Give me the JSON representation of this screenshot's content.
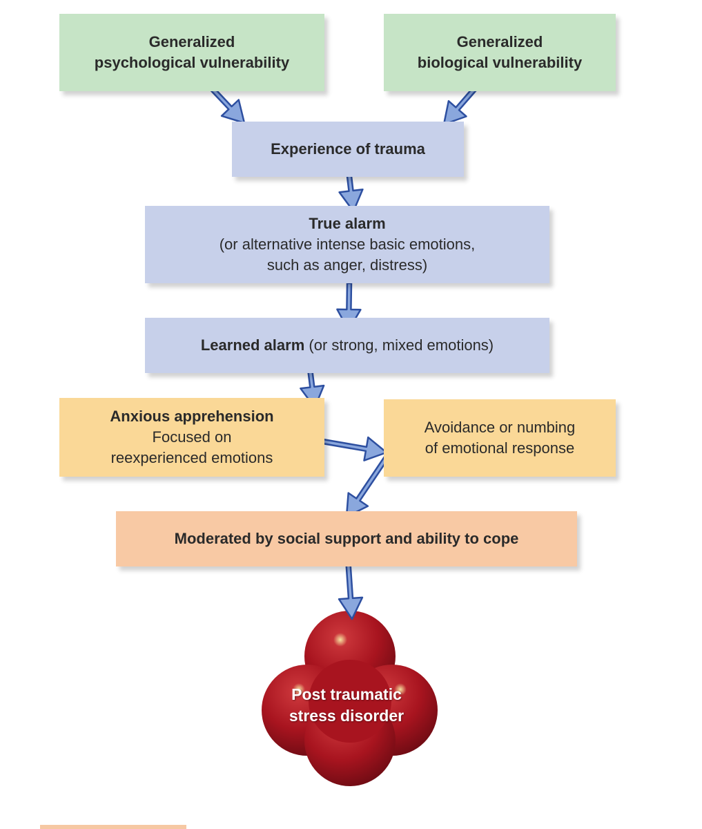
{
  "nodes": {
    "psych_vuln": {
      "lines": [
        "Generalized",
        "psychological vulnerability"
      ]
    },
    "bio_vuln": {
      "lines": [
        "Generalized",
        "biological vulnerability"
      ]
    },
    "trauma": {
      "text": "Experience of trauma"
    },
    "true_alarm": {
      "title": "True alarm",
      "lines": [
        "(or alternative intense basic emotions,",
        "such as anger, distress)"
      ]
    },
    "learned_alarm": {
      "title": "Learned alarm",
      "rest": " (or strong, mixed emotions)"
    },
    "anxious": {
      "title": "Anxious apprehension",
      "lines": [
        "Focused on",
        "reexperienced emotions"
      ]
    },
    "avoidance": {
      "lines": [
        "Avoidance or numbing",
        "of emotional response"
      ]
    },
    "moderated": {
      "text": "Moderated by social support and ability to cope"
    },
    "ptsd": {
      "lines": [
        "Post traumatic",
        "stress disorder"
      ]
    }
  },
  "colors": {
    "green_box": "#c6e4c6",
    "blue_box": "#c7d0ea",
    "yellow_box": "#fad897",
    "peach_box": "#f8c9a4",
    "arrow_fill": "#8aa7dd",
    "arrow_stroke": "#2d4fa0",
    "ptsd_red": "#a8141f"
  }
}
